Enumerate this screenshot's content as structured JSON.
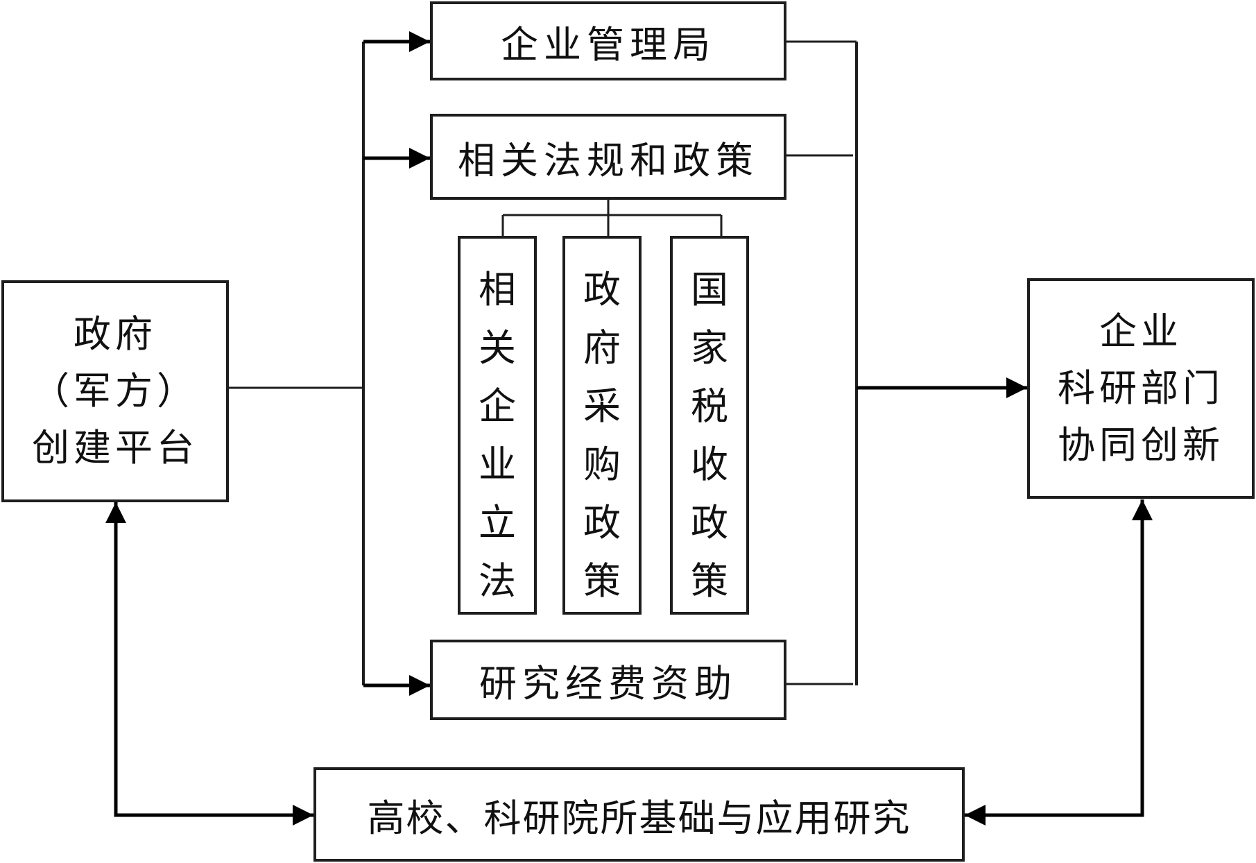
{
  "diagram": {
    "government": {
      "lines": [
        "政府",
        "（军方）",
        "创建平台"
      ]
    },
    "enterprise": {
      "lines": [
        "企业",
        "科研部门",
        "协同创新"
      ]
    },
    "management_bureau": {
      "label": "企业管理局"
    },
    "laws_policies": {
      "label": "相关法规和政策"
    },
    "sub_policies": [
      {
        "chars": [
          "相",
          "关",
          "企",
          "业",
          "立",
          "法"
        ]
      },
      {
        "chars": [
          "政",
          "府",
          "采",
          "购",
          "政",
          "策"
        ]
      },
      {
        "chars": [
          "国",
          "家",
          "税",
          "收",
          "政",
          "策"
        ]
      }
    ],
    "research_funding": {
      "label": "研究经费资助"
    },
    "universities": {
      "label": "高校、科研院所基础与应用研究"
    },
    "edges": [
      {
        "from": "政府（军方）创建平台",
        "to": "企业管理局",
        "arrow": "single"
      },
      {
        "from": "政府（军方）创建平台",
        "to": "相关法规和政策",
        "arrow": "single"
      },
      {
        "from": "政府（军方）创建平台",
        "to": "研究经费资助",
        "arrow": "single"
      },
      {
        "from": "相关法规和政策",
        "to": [
          "相关企业立法",
          "政府采购政策",
          "国家税收政策"
        ],
        "arrow": "none"
      },
      {
        "from": [
          "企业管理局",
          "相关法规和政策",
          "研究经费资助"
        ],
        "to": "企业科研部门协同创新",
        "arrow": "single"
      },
      {
        "from": "政府（军方）创建平台",
        "to": "高校、科研院所基础与应用研究",
        "arrow": "double"
      },
      {
        "from": "企业科研部门协同创新",
        "to": "高校、科研院所基础与应用研究",
        "arrow": "double"
      }
    ]
  }
}
